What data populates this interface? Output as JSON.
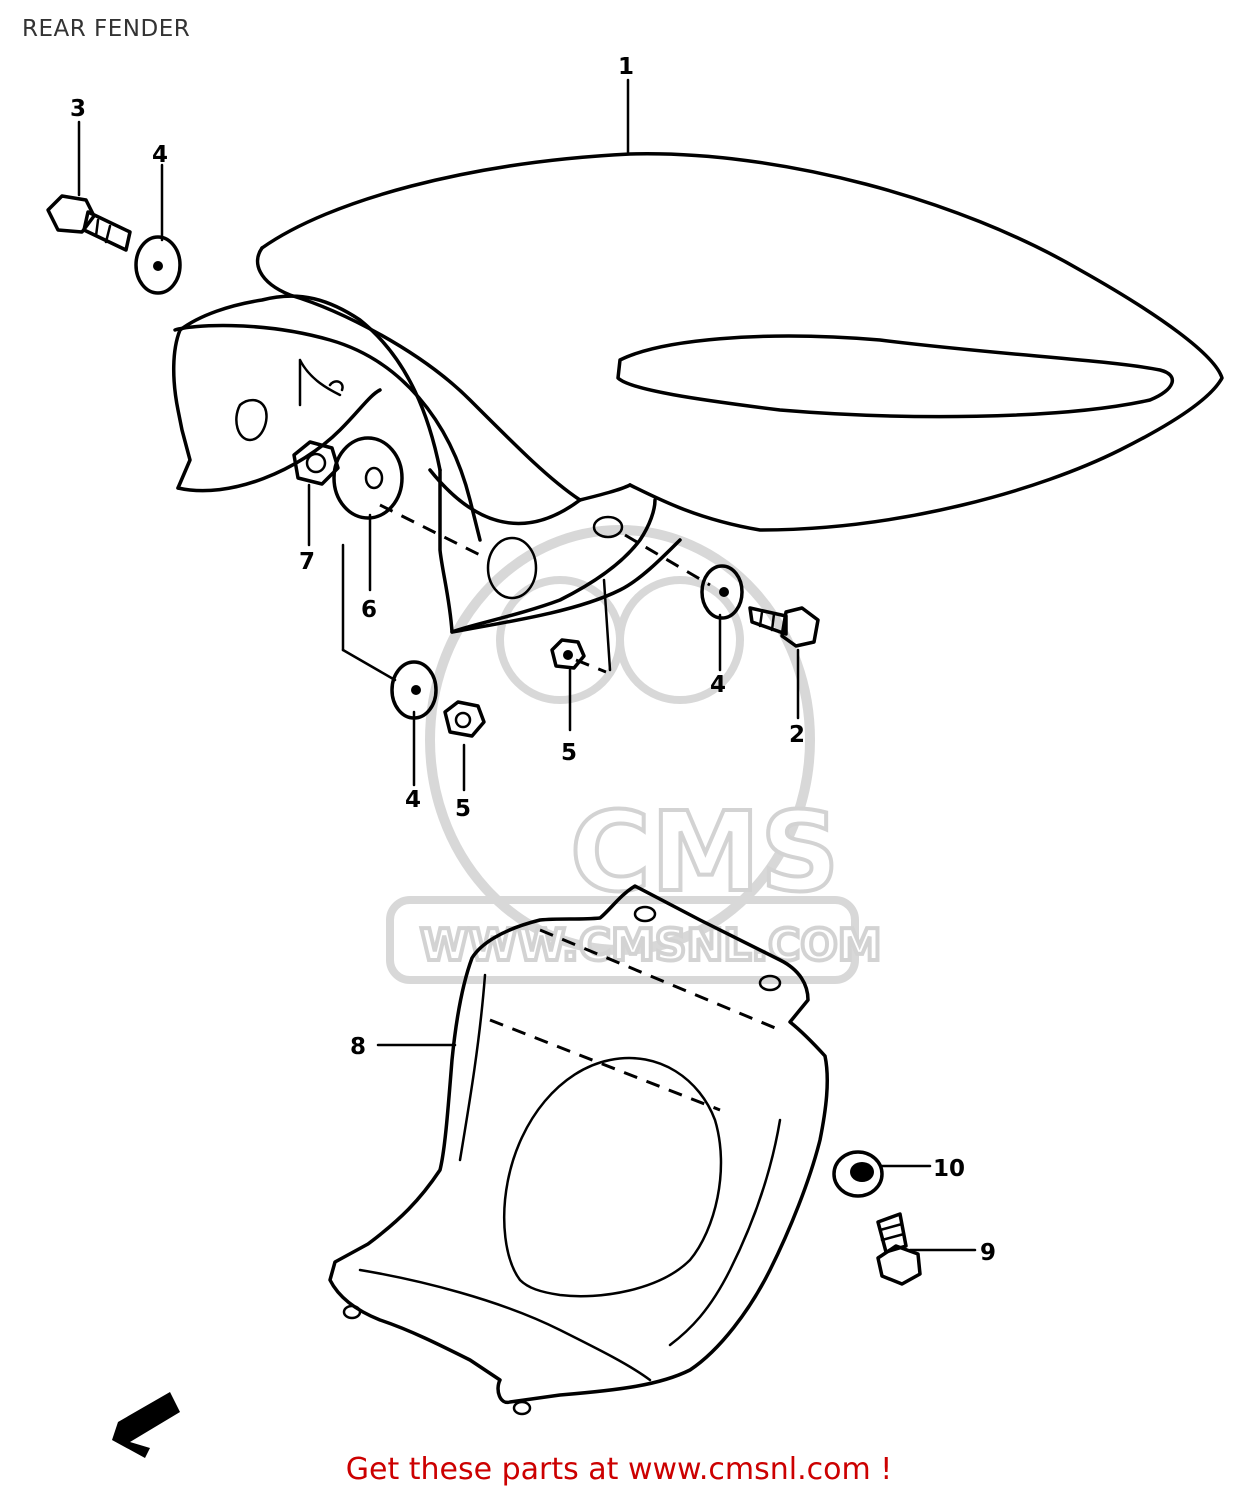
{
  "title": "REAR FENDER",
  "footer": "Get these parts at www.cmsnl.com !",
  "watermark": {
    "logo_text": "CMS",
    "url_text": "WWW.CMSNL.COM"
  },
  "callouts": {
    "c1": "1",
    "c2": "2",
    "c3": "3",
    "c4a": "4",
    "c4b": "4",
    "c4c": "4",
    "c5a": "5",
    "c5b": "5",
    "c6": "6",
    "c7": "7",
    "c8": "8",
    "c9": "9",
    "c10": "10"
  },
  "colors": {
    "footer": "#cc0000",
    "title": "#333333",
    "watermark": "#cfcfcf"
  }
}
